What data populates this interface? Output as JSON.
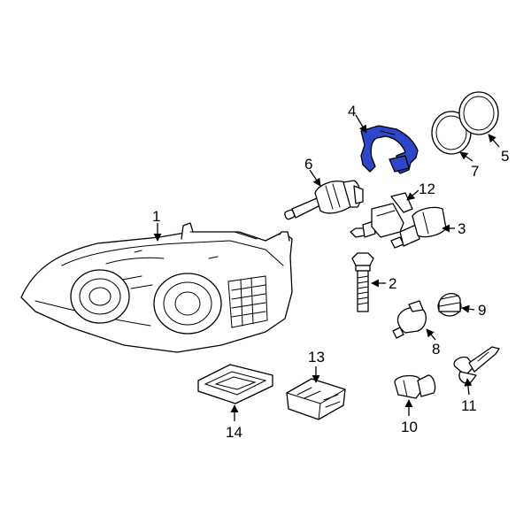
{
  "diagram": {
    "highlight_color": "#2e46c8",
    "callouts": [
      {
        "id": "c1",
        "label": "1"
      },
      {
        "id": "c2",
        "label": "2"
      },
      {
        "id": "c3",
        "label": "3"
      },
      {
        "id": "c4",
        "label": "4"
      },
      {
        "id": "c5",
        "label": "5"
      },
      {
        "id": "c6",
        "label": "6"
      },
      {
        "id": "c7",
        "label": "7"
      },
      {
        "id": "c8",
        "label": "8"
      },
      {
        "id": "c9",
        "label": "9"
      },
      {
        "id": "c10",
        "label": "10"
      },
      {
        "id": "c11",
        "label": "11"
      },
      {
        "id": "c12",
        "label": "12"
      },
      {
        "id": "c13",
        "label": "13"
      },
      {
        "id": "c14",
        "label": "14"
      }
    ]
  }
}
